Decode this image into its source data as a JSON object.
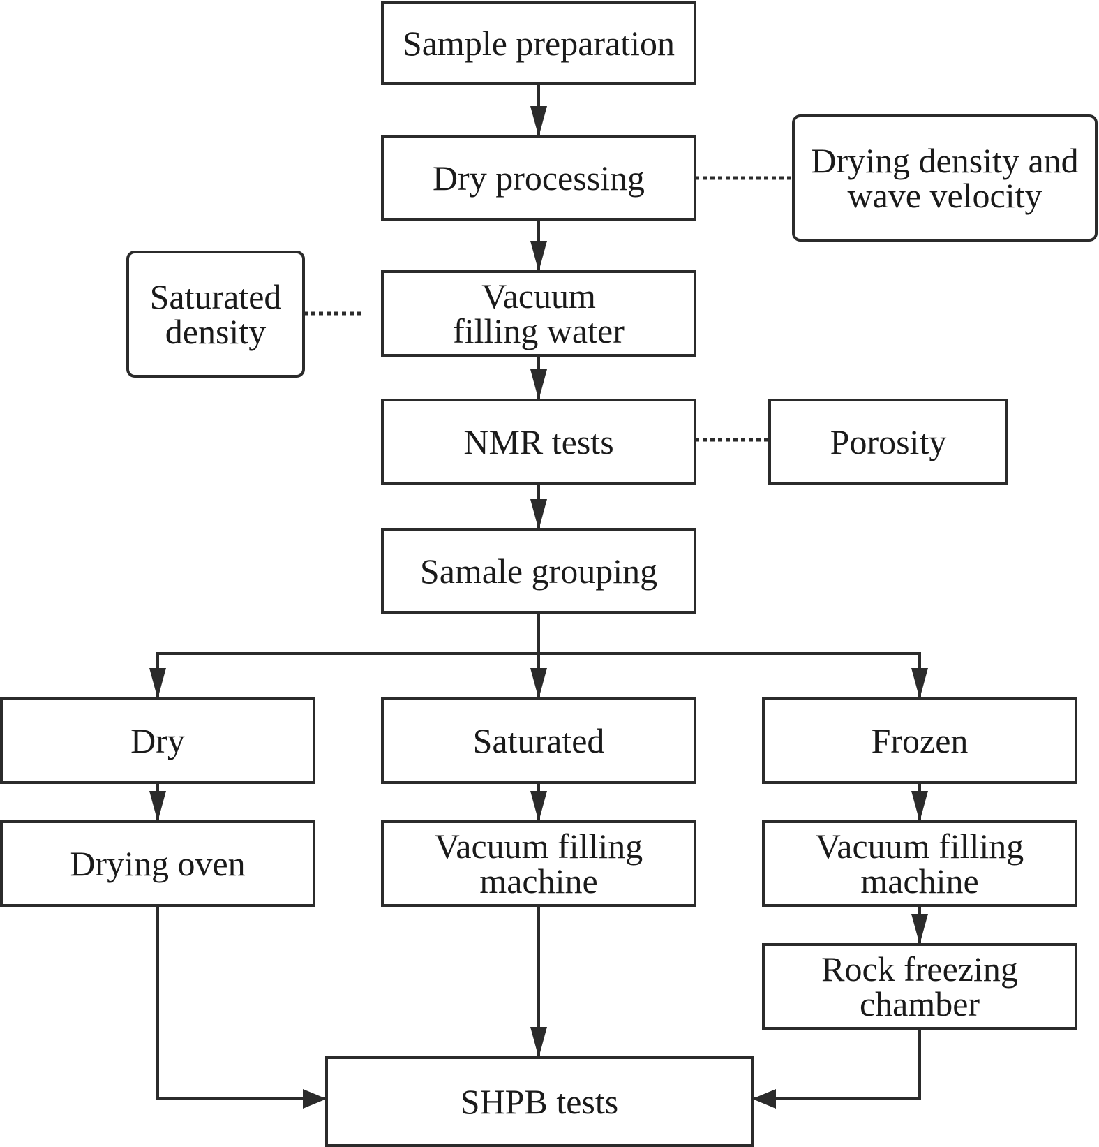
{
  "diagram": {
    "type": "flowchart",
    "colors": {
      "line": "#2b2b2b",
      "text": "#1a1a1a",
      "background": "#ffffff"
    },
    "nodes": [
      {
        "id": "sample_preparation",
        "lines": [
          "Sample preparation"
        ],
        "shape": "rect"
      },
      {
        "id": "dry_processing",
        "lines": [
          "Dry processing"
        ],
        "shape": "rect"
      },
      {
        "id": "drying_density",
        "lines": [
          "Drying density and",
          "wave velocity"
        ],
        "shape": "rounded"
      },
      {
        "id": "saturated_density",
        "lines": [
          "Saturated",
          "density"
        ],
        "shape": "rounded"
      },
      {
        "id": "vacuum_filling_water",
        "lines": [
          "Vacuum",
          "filling water"
        ],
        "shape": "rect"
      },
      {
        "id": "nmr_tests",
        "lines": [
          "NMR tests"
        ],
        "shape": "rect"
      },
      {
        "id": "porosity",
        "lines": [
          "Porosity"
        ],
        "shape": "rect"
      },
      {
        "id": "samale_grouping",
        "lines": [
          "Samale grouping"
        ],
        "shape": "rect"
      },
      {
        "id": "dry",
        "lines": [
          "Dry"
        ],
        "shape": "rect"
      },
      {
        "id": "saturated",
        "lines": [
          "Saturated"
        ],
        "shape": "rect"
      },
      {
        "id": "frozen",
        "lines": [
          "Frozen"
        ],
        "shape": "rect"
      },
      {
        "id": "drying_oven",
        "lines": [
          "Drying oven"
        ],
        "shape": "rect"
      },
      {
        "id": "vacuum_filling_machine_1",
        "lines": [
          "Vacuum filling",
          "machine"
        ],
        "shape": "rect"
      },
      {
        "id": "vacuum_filling_machine_2",
        "lines": [
          "Vacuum filling",
          "machine"
        ],
        "shape": "rect"
      },
      {
        "id": "rock_freezing_chamber",
        "lines": [
          "Rock freezing",
          "chamber"
        ],
        "shape": "rect"
      },
      {
        "id": "shpb_tests",
        "lines": [
          "SHPB tests"
        ],
        "shape": "rect"
      }
    ],
    "edges": [
      {
        "from": "sample_preparation",
        "to": "dry_processing",
        "style": "arrow"
      },
      {
        "from": "dry_processing",
        "to": "vacuum_filling_water",
        "style": "arrow"
      },
      {
        "from": "vacuum_filling_water",
        "to": "nmr_tests",
        "style": "arrow"
      },
      {
        "from": "nmr_tests",
        "to": "samale_grouping",
        "style": "arrow"
      },
      {
        "from": "samale_grouping",
        "to": "dry",
        "style": "arrow"
      },
      {
        "from": "samale_grouping",
        "to": "saturated",
        "style": "arrow"
      },
      {
        "from": "samale_grouping",
        "to": "frozen",
        "style": "arrow"
      },
      {
        "from": "dry",
        "to": "drying_oven",
        "style": "arrow"
      },
      {
        "from": "saturated",
        "to": "vacuum_filling_machine_1",
        "style": "arrow"
      },
      {
        "from": "frozen",
        "to": "vacuum_filling_machine_2",
        "style": "arrow"
      },
      {
        "from": "vacuum_filling_machine_2",
        "to": "rock_freezing_chamber",
        "style": "arrow"
      },
      {
        "from": "drying_oven",
        "to": "shpb_tests",
        "style": "arrow"
      },
      {
        "from": "vacuum_filling_machine_1",
        "to": "shpb_tests",
        "style": "arrow"
      },
      {
        "from": "rock_freezing_chamber",
        "to": "shpb_tests",
        "style": "arrow"
      },
      {
        "from": "dry_processing",
        "to": "drying_density",
        "style": "dotted"
      },
      {
        "from": "vacuum_filling_water",
        "to": "saturated_density",
        "style": "dotted"
      },
      {
        "from": "nmr_tests",
        "to": "porosity",
        "style": "dotted"
      }
    ]
  }
}
